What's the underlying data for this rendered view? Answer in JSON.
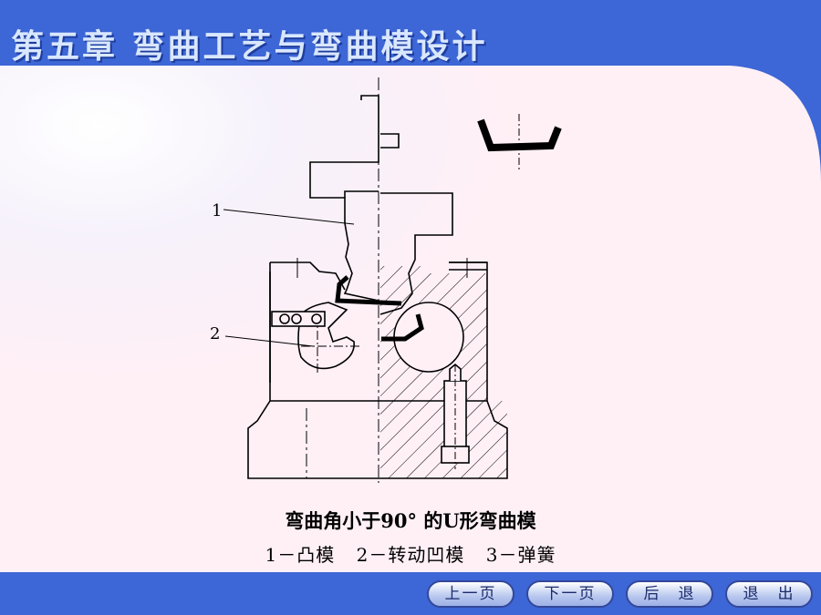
{
  "slide": {
    "title": "第五章 弯曲工艺与弯曲模设计",
    "caption": "弯曲角小于90° 的U形弯曲模",
    "parts": [
      "1－凸模",
      "2－转动凹模",
      "3－弹簧"
    ]
  },
  "drawing": {
    "labels": {
      "part1": "1",
      "part2": "2"
    }
  },
  "nav": {
    "prev": "上一页",
    "next": "下一页",
    "back": "后　退",
    "exit": "退　出"
  },
  "colors": {
    "frame": "#3d66d6",
    "content": "#fff0f6",
    "nav_text": "#1b2b6b"
  }
}
